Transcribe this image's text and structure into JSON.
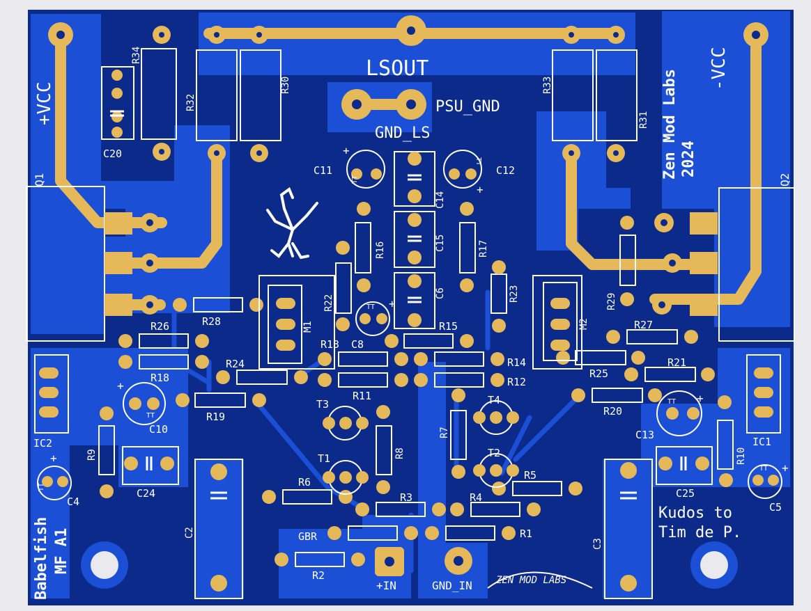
{
  "board": {
    "colors": {
      "background": "#e9e9ee",
      "substrate": "#0b2a8a",
      "copper_pour": "#1a4fd6",
      "pad_gold": "#e5b95a",
      "trace_gold": "#e5b95a",
      "silk": "#ffffff",
      "drill": "#e9e9ee"
    },
    "labels": {
      "lsout": "LSOUT",
      "psu_gnd": "PSU_GND",
      "gnd_ls": "GND_LS",
      "plus_vcc": "+VCC",
      "minus_vcc": "-VCC",
      "zen_mod_labs": "Zen Mod Labs",
      "year": "2024",
      "babelfish": "Babelfish",
      "mf_a1": "MF A1",
      "kudos_line1": "Kudos to",
      "kudos_line2": "Tim de P.",
      "plus_in": "+IN",
      "gnd_in": "GND_IN",
      "gbr": "GBR",
      "logo": "ZEN MOD LABS"
    },
    "ref": {
      "q1": "Q1",
      "q2": "Q2",
      "r1": "R1",
      "r2": "R2",
      "r3": "R3",
      "r4": "R4",
      "r5": "R5",
      "r6": "R6",
      "r7": "R7",
      "r8": "R8",
      "r9": "R9",
      "r10": "R10",
      "r11": "R11",
      "r12": "R12",
      "r13": "R13",
      "r14": "R14",
      "r15": "R15",
      "r16": "R16",
      "r17": "R17",
      "r18": "R18",
      "r19": "R19",
      "r20": "R20",
      "r21": "R21",
      "r22": "R22",
      "r23": "R23",
      "r24": "R24",
      "r25": "R25",
      "r26": "R26",
      "r27": "R27",
      "r28": "R28",
      "r29": "R29",
      "r30": "R30",
      "r31": "R31",
      "r32": "R32",
      "r33": "R33",
      "r34": "R34",
      "c2": "C2",
      "c3": "C3",
      "c4": "C4",
      "c5": "C5",
      "c6": "C6",
      "c8": "C8",
      "c10": "C10",
      "c11": "C11",
      "c12": "C12",
      "c13": "C13",
      "c14": "C14",
      "c15": "C15",
      "c20": "C20",
      "c24": "C24",
      "c25": "C25",
      "t1": "T1",
      "t2": "T2",
      "t3": "T3",
      "t4": "T4",
      "ic1": "IC1",
      "ic2": "IC2",
      "m1": "M1",
      "m2": "M2",
      "tt": "TT",
      "plus": "+"
    }
  }
}
